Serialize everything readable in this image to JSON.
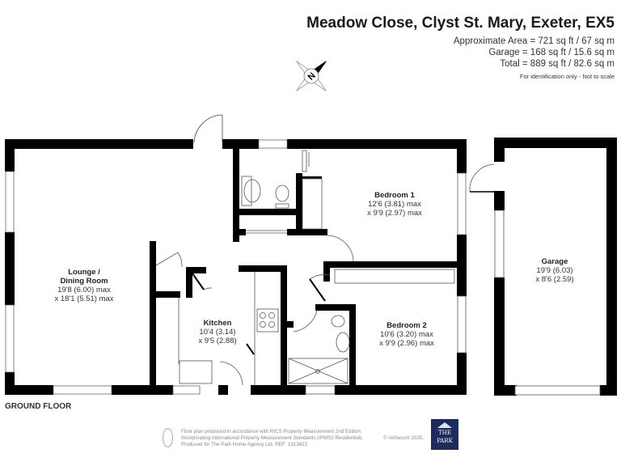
{
  "header": {
    "title": "Meadow Close, Clyst St. Mary, Exeter, EX5",
    "approximate_area": "Approximate Area = 721 sq ft / 67 sq m",
    "garage_area": "Garage = 168 sq ft / 15.6 sq m",
    "total_area": "Total = 889 sq ft / 82.6 sq m",
    "note": "For identification only - Not to scale"
  },
  "compass": {
    "icon": "compass-north-icon",
    "letter": "N"
  },
  "rooms": [
    {
      "name": "Lounge / Dining Room",
      "name_line1": "Lounge /",
      "name_line2": "Dining Room",
      "dim1": "19'8 (6.00) max",
      "dim2": "x 18'1 (5.51) max"
    },
    {
      "name": "Kitchen",
      "dim1": "10'4 (3.14)",
      "dim2": "x 9'5 (2.88)"
    },
    {
      "name": "Bedroom 1",
      "dim1": "12'6 (3.81) max",
      "dim2": "x 9'9 (2.97) max"
    },
    {
      "name": "Bedroom 2",
      "dim1": "10'6 (3.20) max",
      "dim2": "x 9'9 (2.96) max"
    },
    {
      "name": "Garage",
      "dim1": "19'9 (6.03)",
      "dim2": "x 8'6 (2.59)"
    }
  ],
  "floor_label": "GROUND FLOOR",
  "footer": {
    "line1": "Floor plan produced in accordance with RICS Property Measurement 2nd Edition,",
    "line2": "Incorporating International Property Measurement Standards (IPMS2 Residential).",
    "line3": "Produced for The Park Home Agency Ltd.   REF:  1313623",
    "copyright": "© nichecom 2025.",
    "logo_line1": "THE",
    "logo_line2": "PARK"
  },
  "colors": {
    "wall": "#000000",
    "logo_bg": "#1d2c5c",
    "background": "#ffffff"
  }
}
